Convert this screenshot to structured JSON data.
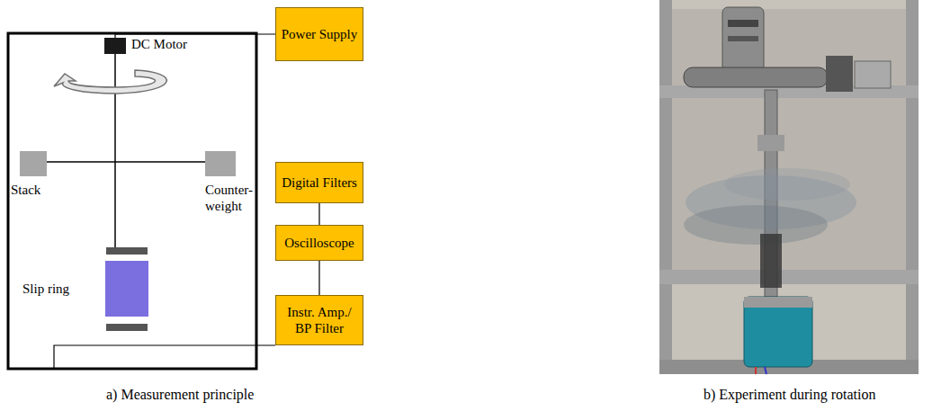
{
  "diagram": {
    "nodes": [
      {
        "text": [
          "DC Motor"
        ]
      },
      {
        "text": [
          "Stack"
        ]
      },
      {
        "text": [
          "Counter- weight"
        ]
      },
      {
        "text": [
          "Slip ring"
        ]
      },
      {
        "text": [
          "Power Supply"
        ]
      },
      {
        "text": [
          "Digital Filters"
        ]
      },
      {
        "text": [
          "Oscilloscope"
        ]
      },
      {
        "text": [
          "Instr. Amp./ BP Filter"
        ]
      }
    ],
    "edges": [
      {
        "from": 4,
        "to": 0,
        "arrow": "none"
      },
      {
        "from": 5,
        "to": 6,
        "arrow": "none"
      },
      {
        "from": 6,
        "to": 7,
        "arrow": "none"
      }
    ],
    "labels": [
      "a) Measurement principle",
      "b) Experiment during rotation"
    ]
  }
}
